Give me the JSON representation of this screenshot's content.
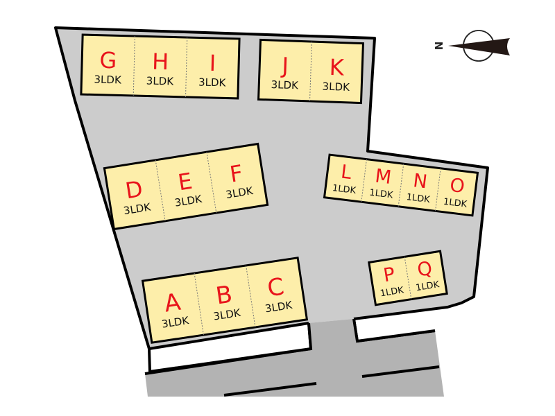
{
  "compass": {
    "north_label": "N",
    "icon": "north-arrow-icon"
  },
  "colors": {
    "lot": "#cccccc",
    "road": "#b3b3b3",
    "building": "#fdeeaa",
    "letter": "#e8141b",
    "outline": "#000000"
  },
  "buildings": [
    {
      "id": "ghi",
      "units": [
        {
          "letter": "G",
          "type": "3LDK"
        },
        {
          "letter": "H",
          "type": "3LDK"
        },
        {
          "letter": "I",
          "type": "3LDK"
        }
      ]
    },
    {
      "id": "jk",
      "units": [
        {
          "letter": "J",
          "type": "3LDK"
        },
        {
          "letter": "K",
          "type": "3LDK"
        }
      ]
    },
    {
      "id": "def",
      "units": [
        {
          "letter": "D",
          "type": "3LDK"
        },
        {
          "letter": "E",
          "type": "3LDK"
        },
        {
          "letter": "F",
          "type": "3LDK"
        }
      ]
    },
    {
      "id": "lmno",
      "units": [
        {
          "letter": "L",
          "type": "1LDK"
        },
        {
          "letter": "M",
          "type": "1LDK"
        },
        {
          "letter": "N",
          "type": "1LDK"
        },
        {
          "letter": "O",
          "type": "1LDK"
        }
      ]
    },
    {
      "id": "abc",
      "units": [
        {
          "letter": "A",
          "type": "3LDK"
        },
        {
          "letter": "B",
          "type": "3LDK"
        },
        {
          "letter": "C",
          "type": "3LDK"
        }
      ]
    },
    {
      "id": "pq",
      "units": [
        {
          "letter": "P",
          "type": "1LDK"
        },
        {
          "letter": "Q",
          "type": "1LDK"
        }
      ]
    }
  ]
}
